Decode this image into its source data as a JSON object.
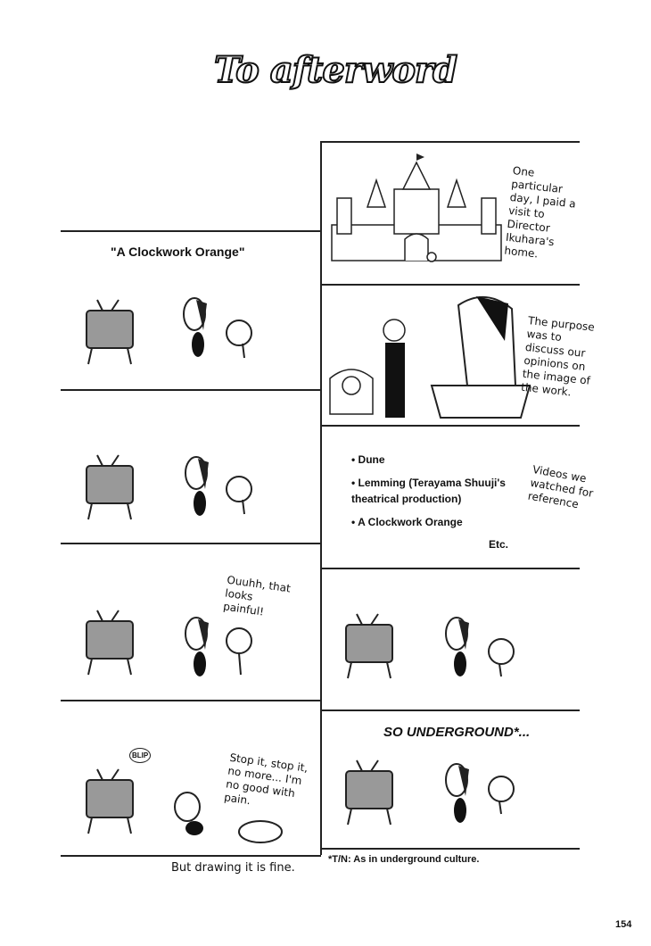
{
  "page": {
    "title": "To afterword",
    "page_number": "154"
  },
  "left_column": {
    "panel1_caption": "\"A Clockwork Orange\"",
    "panel3_speech": "Ouuhh, that looks painful!",
    "panel4_sfx": "BLIP",
    "panel4_speech": "Stop it, stop it, no more... I'm no good with pain.",
    "footer": "But drawing it is fine."
  },
  "right_column": {
    "panel1_narration": "One particular day, I paid a visit to Director Ikuhara's home.",
    "panel2_narration": "The purpose was to discuss our opinions on the image of the work.",
    "panel3_list": [
      "Dune",
      "Lemming (Terayama Shuuji's theatrical production)",
      "A Clockwork Orange"
    ],
    "panel3_etc": "Etc.",
    "panel3_note": "Videos we watched for reference",
    "panel5_caption": "SO UNDERGROUND*...",
    "translator_note": "*T/N: As in underground culture."
  }
}
